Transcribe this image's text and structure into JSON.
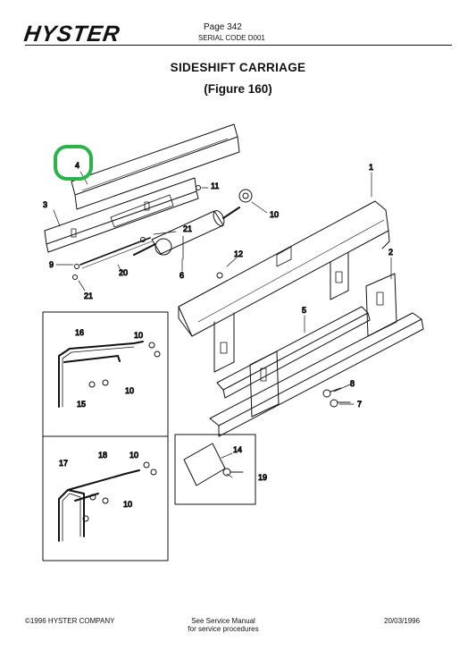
{
  "header": {
    "brand": "HYSTER",
    "page": "Page 342",
    "serial": "SERIAL CODE D001"
  },
  "title": "SIDESHIFT CARRIAGE",
  "subtitle": "(Figure 160)",
  "callouts": {
    "c1": "1",
    "c2": "2",
    "c3": "3",
    "c4": "4",
    "c5": "5",
    "c6": "6",
    "c7": "7",
    "c8": "8",
    "c9": "9",
    "c10a": "10",
    "c10b": "10",
    "c10c": "10",
    "c10d": "10",
    "c10e": "10",
    "c11": "11",
    "c12": "12",
    "c14": "14",
    "c15": "15",
    "c16": "16",
    "c17": "17",
    "c18": "18",
    "c19": "19",
    "c20": "20",
    "c21a": "21",
    "c21b": "21"
  },
  "highlight_color": "#2bb34a",
  "footer": {
    "copyright": "©1996 HYSTER COMPANY",
    "see_manual_line1": "See Service Manual",
    "see_manual_line2": "for service procedures",
    "date": "20/03/1996"
  }
}
